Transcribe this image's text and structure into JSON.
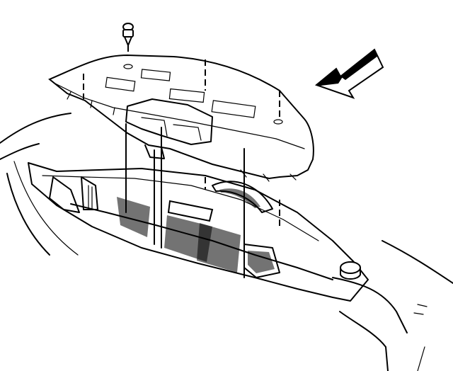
{
  "figure": {
    "type": "exploded-view line illustration",
    "colors": {
      "line": "#000000",
      "background": "#ffffff"
    },
    "parts": [
      "push-pin-fastener",
      "radiator-upper-air-baffle",
      "radiator-support",
      "headlamp-opening",
      "grille-area",
      "coolant-reservoir",
      "fender"
    ],
    "indicator": "direction-arrow"
  }
}
